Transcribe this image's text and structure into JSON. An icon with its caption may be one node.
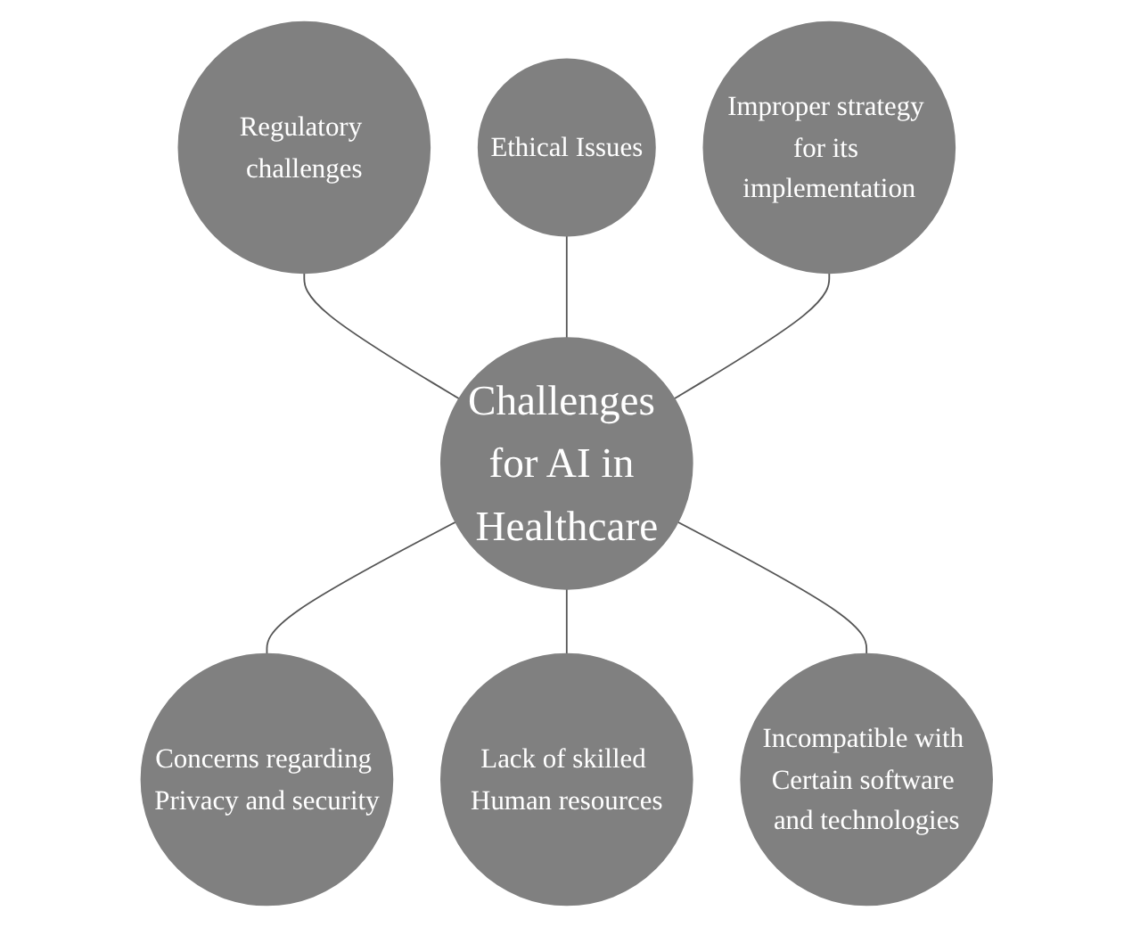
{
  "diagram": {
    "nodes": [
      {
        "text": [
          "Regulatory challenges"
        ]
      },
      {
        "text": [
          "Ethical Issues"
        ]
      },
      {
        "text": [
          "Improper strategy for its implementation"
        ]
      },
      {
        "text": [
          "Challenges for AI in Healthcare"
        ]
      },
      {
        "text": [
          "Concerns regarding Privacy and security"
        ]
      },
      {
        "text": [
          "Lack of skilled Human resources"
        ]
      },
      {
        "text": [
          "Incompatible with Certain software and technologies"
        ]
      }
    ],
    "edges": [
      {
        "from": 0,
        "to": 3,
        "arrow": "none"
      },
      {
        "from": 1,
        "to": 3,
        "arrow": "none"
      },
      {
        "from": 2,
        "to": 3,
        "arrow": "none"
      },
      {
        "from": 3,
        "to": 4,
        "arrow": "none"
      },
      {
        "from": 3,
        "to": 5,
        "arrow": "none"
      },
      {
        "from": 3,
        "to": 6,
        "arrow": "none"
      }
    ]
  }
}
